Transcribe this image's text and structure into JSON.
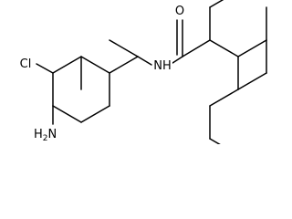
{
  "labels": {
    "oxygen": "O",
    "amide_nh": "NH",
    "chlorine": "Cl",
    "amino": "H",
    "amino_sub": "2",
    "amino_n": "N"
  },
  "colors": {
    "bond": "#000000",
    "background": "#ffffff"
  }
}
